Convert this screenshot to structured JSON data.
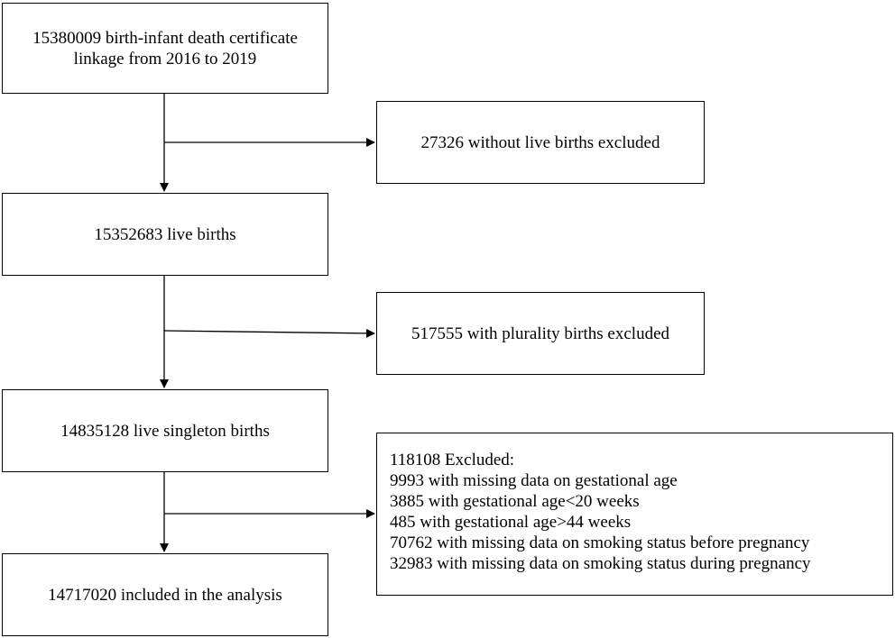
{
  "flow": {
    "step1": {
      "lines": [
        "15380009 birth-infant death certificate",
        "linkage from 2016 to 2019"
      ]
    },
    "step2": {
      "text": "15352683 live births"
    },
    "step3": {
      "text": "14835128 live singleton births"
    },
    "step4": {
      "text": "14717020 included in the analysis"
    }
  },
  "exclusions": {
    "ex1": {
      "text": "27326 without live births excluded"
    },
    "ex2": {
      "text": "517555 with plurality births excluded"
    },
    "ex3": {
      "lines": [
        "118108 Excluded:",
        "9993 with missing data on gestational age",
        "3885 with gestational age<20 weeks",
        "485 with gestational age>44 weeks",
        "70762 with missing data on smoking status before pregnancy",
        "32983 with missing data on smoking status during pregnancy"
      ]
    }
  },
  "colors": {
    "stroke": "#000000",
    "background": "#ffffff"
  }
}
